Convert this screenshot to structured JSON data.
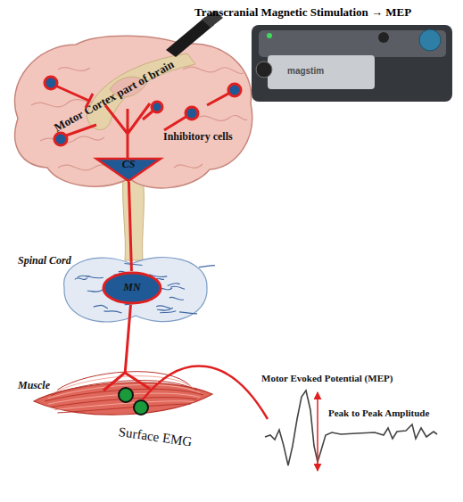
{
  "diagram": {
    "title": "Transcranial Magnetic Stimulation → MEP",
    "nodes": [
      {
        "text": [
          "Motor Cortex part of brain",
          "Inhibitory cells"
        ]
      },
      {
        "text": [
          "CS"
        ],
        "in": 0
      },
      {
        "text": [
          "Spinal Cord"
        ]
      },
      {
        "text": [
          "MN"
        ],
        "in": 2
      },
      {
        "text": [
          "Muscle"
        ]
      }
    ],
    "edges": [
      {
        "from": 1,
        "to": 3,
        "arrow": "none"
      },
      {
        "from": 3,
        "to": 4,
        "arrow": "none"
      }
    ],
    "labels": [
      "magstim",
      "Surface EMG",
      "Motor Evoked Potential (MEP)",
      "Peak to Peak Amplitude"
    ]
  }
}
